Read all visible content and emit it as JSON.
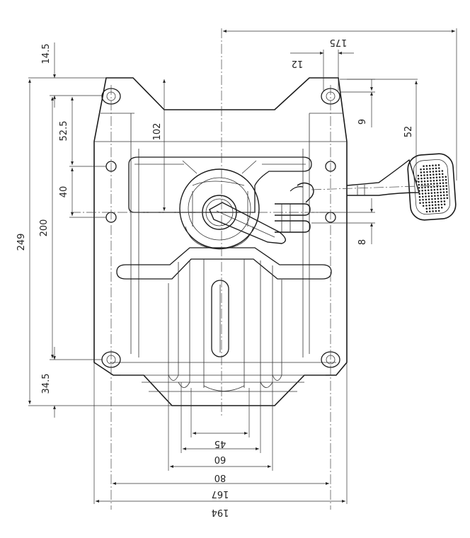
{
  "drawing": {
    "dims": {
      "d14_5": "14.5",
      "d52_5": "52.5",
      "d40": "40",
      "d200": "200",
      "d249": "249",
      "d34_5": "34.5",
      "d102": "102",
      "d175": "175",
      "d12": "12",
      "d9": "9",
      "d52": "52",
      "d8": "8",
      "d45": "45",
      "d60": "60",
      "d80": "80",
      "d167": "167",
      "d194": "194"
    },
    "colors": {
      "line": "#1a1a1a",
      "background": "#ffffff"
    }
  }
}
